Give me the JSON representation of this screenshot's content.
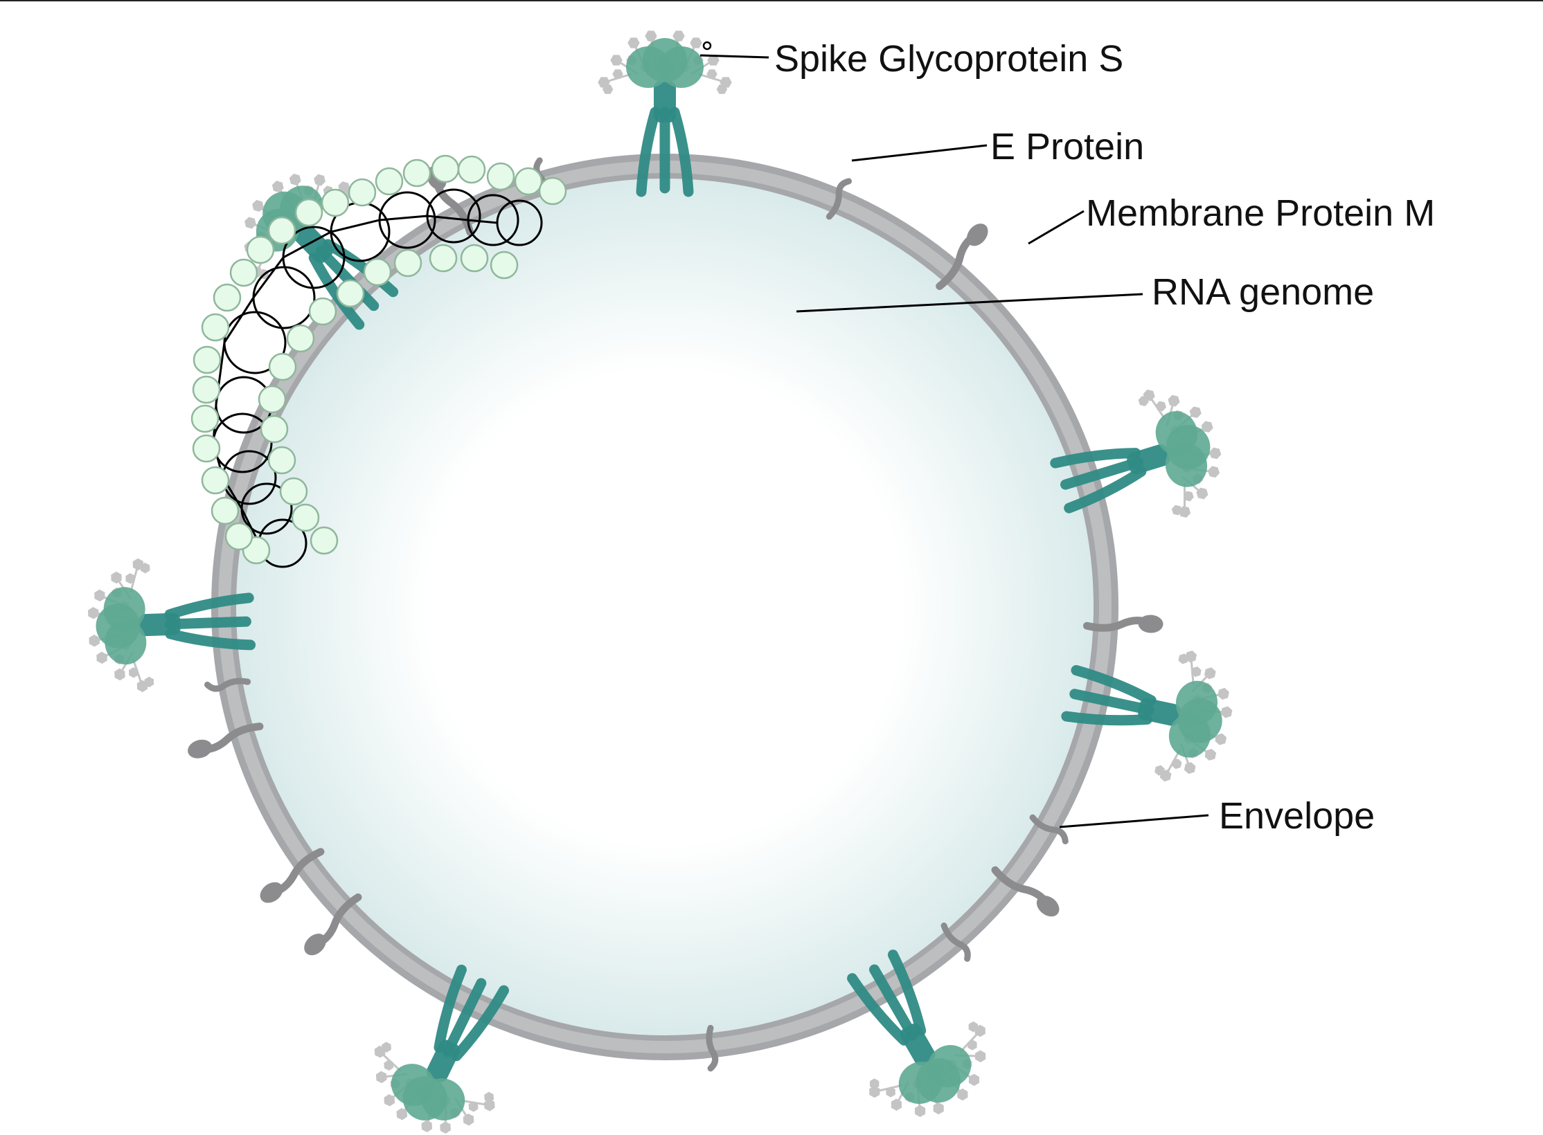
{
  "labels": {
    "spike": "Spike Glycoprotein S",
    "e_protein": "E Protein",
    "membrane": "Membrane Protein M",
    "rna": "RNA genome",
    "envelope": "Envelope"
  },
  "colors": {
    "envelope_fill": "#bdbec0",
    "envelope_edge": "#a2a3a6",
    "interior_center": "#ffffff",
    "interior_edge": "#dcecec",
    "spike_stalk": "#2f8b85",
    "spike_head": "#5ea892",
    "glycan": "#c4c4c4",
    "protein_gray": "#8c8c8e",
    "nucleocapsid_fill": "#e6faea",
    "nucleocapsid_stroke": "#8fb79c",
    "rna_strand": "#000000",
    "leader_line": "#000000"
  },
  "icons": {
    "spike": "spike-glycoprotein-icon",
    "e_protein": "e-protein-icon",
    "membrane": "membrane-protein-icon",
    "nucleocapsid": "nucleocapsid-bead-icon"
  }
}
